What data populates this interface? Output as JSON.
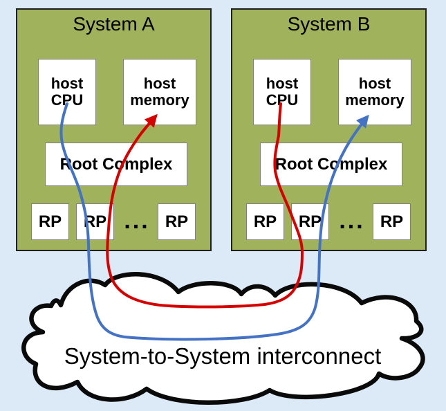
{
  "colors": {
    "background": "#DCE9F6",
    "system_fill": "#A0B25C",
    "system_border": "#1F1F1F",
    "box_fill": "#FFFFFF",
    "box_border": "#7F7F7F",
    "cloud_fill": "#FFFFFF",
    "cloud_outline": "#0A0A0A",
    "blue_arrow": "#4472C4",
    "red_arrow": "#D50000"
  },
  "system_a": {
    "title": "System A",
    "host_cpu": "host CPU",
    "host_memory": "host memory",
    "root_complex": "Root Complex",
    "rp_left": "RP",
    "rp_mid": "RP",
    "rp_right": "RP",
    "ellipsis": "..."
  },
  "system_b": {
    "title": "System B",
    "host_cpu": "host CPU",
    "host_memory": "host memory",
    "root_complex": "Root Complex",
    "rp_left": "RP",
    "rp_mid": "RP",
    "rp_right": "RP",
    "ellipsis": "..."
  },
  "cloud": {
    "label": "System-to-System interconnect"
  },
  "arrows": {
    "blue": {
      "from": "System A host CPU",
      "to": "System B host memory",
      "color": "#4472C4"
    },
    "red": {
      "from": "System B host CPU",
      "to": "System A host memory",
      "color": "#D50000"
    }
  }
}
